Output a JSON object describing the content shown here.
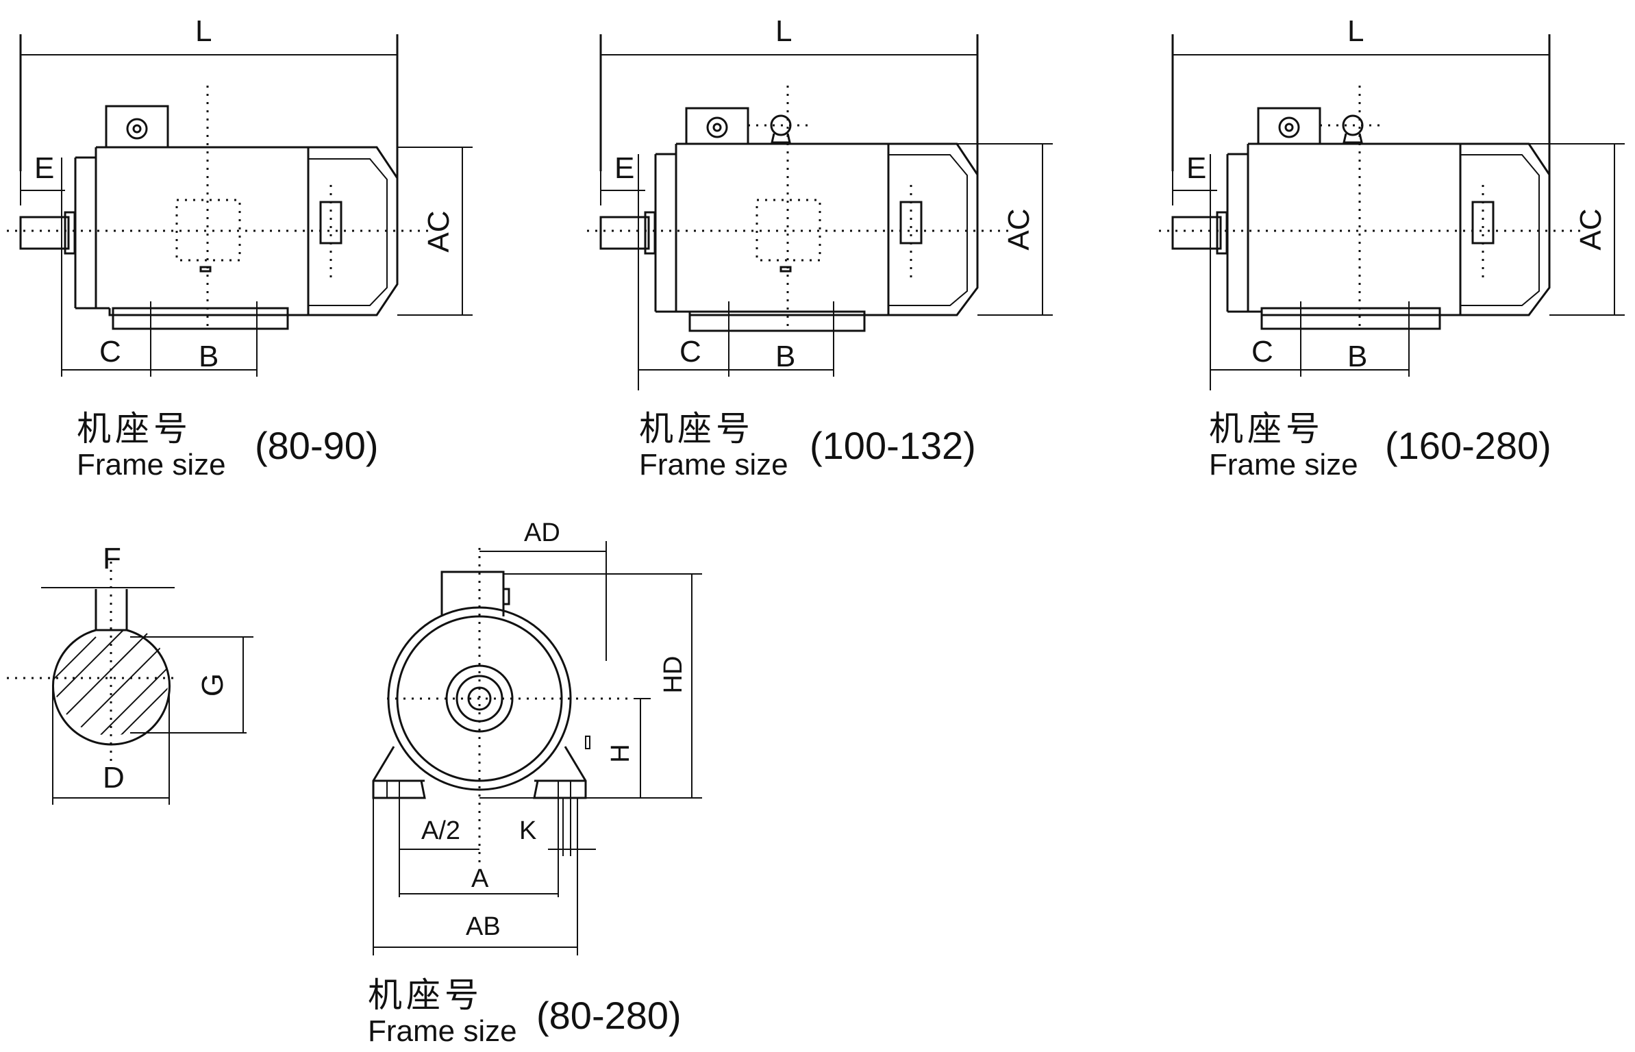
{
  "views": [
    {
      "range": "(80-90)",
      "labels": {
        "L": "L",
        "E": "E",
        "AC": "AC",
        "C": "C",
        "B": "B"
      }
    },
    {
      "range": "(100-132)",
      "labels": {
        "L": "L",
        "E": "E",
        "AC": "AC",
        "C": "C",
        "B": "B"
      }
    },
    {
      "range": "(160-280)",
      "labels": {
        "L": "L",
        "E": "E",
        "AC": "AC",
        "C": "C",
        "B": "B"
      }
    }
  ],
  "shaft": {
    "F": "F",
    "G": "G",
    "D": "D"
  },
  "end_view": {
    "range": "(80-280)",
    "AD": "AD",
    "HD": "HD",
    "H": "H",
    "A_half": "A/2",
    "K": "K",
    "A": "A",
    "AB": "AB"
  },
  "caption": {
    "cn": "机座号",
    "en": "Frame size"
  }
}
